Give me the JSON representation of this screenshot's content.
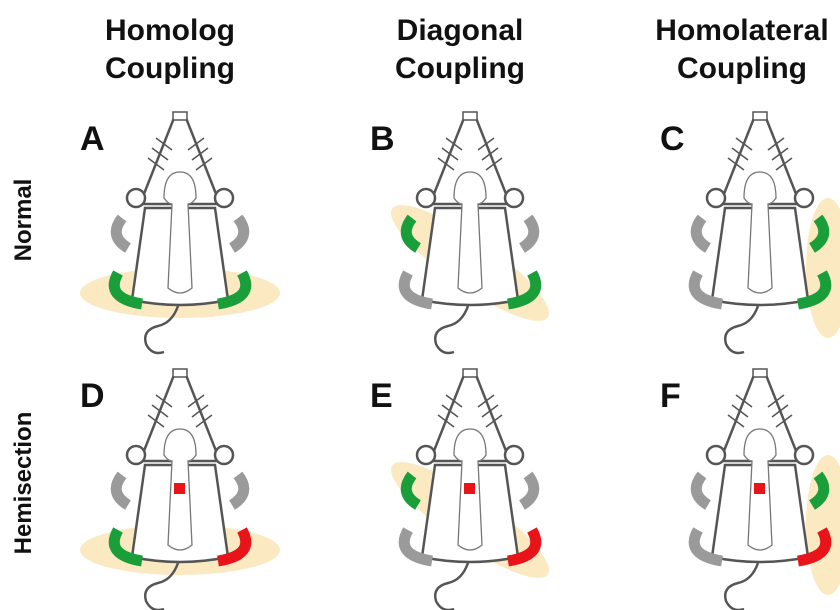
{
  "columns": [
    {
      "line1": "Homolog",
      "line2": "Coupling"
    },
    {
      "line1": "Diagonal",
      "line2": "Coupling"
    },
    {
      "line1": "Homolateral",
      "line2": "Coupling"
    }
  ],
  "rows": [
    "Normal",
    "Hemisection"
  ],
  "panels": [
    {
      "letter": "A",
      "type": "homolog",
      "lesion": false
    },
    {
      "letter": "B",
      "type": "diagonal",
      "lesion": false
    },
    {
      "letter": "C",
      "type": "homolateral",
      "lesion": false
    },
    {
      "letter": "D",
      "type": "homolog",
      "lesion": true
    },
    {
      "letter": "E",
      "type": "diagonal",
      "lesion": true
    },
    {
      "letter": "F",
      "type": "homolateral",
      "lesion": true
    }
  ],
  "colors": {
    "highlight": "#fbe9c2",
    "active_limb": "#1a9e3a",
    "inactive_limb": "#9a9a9a",
    "impaired_limb": "#e8141a",
    "lesion": "#e8141a",
    "outline": "#555555"
  }
}
